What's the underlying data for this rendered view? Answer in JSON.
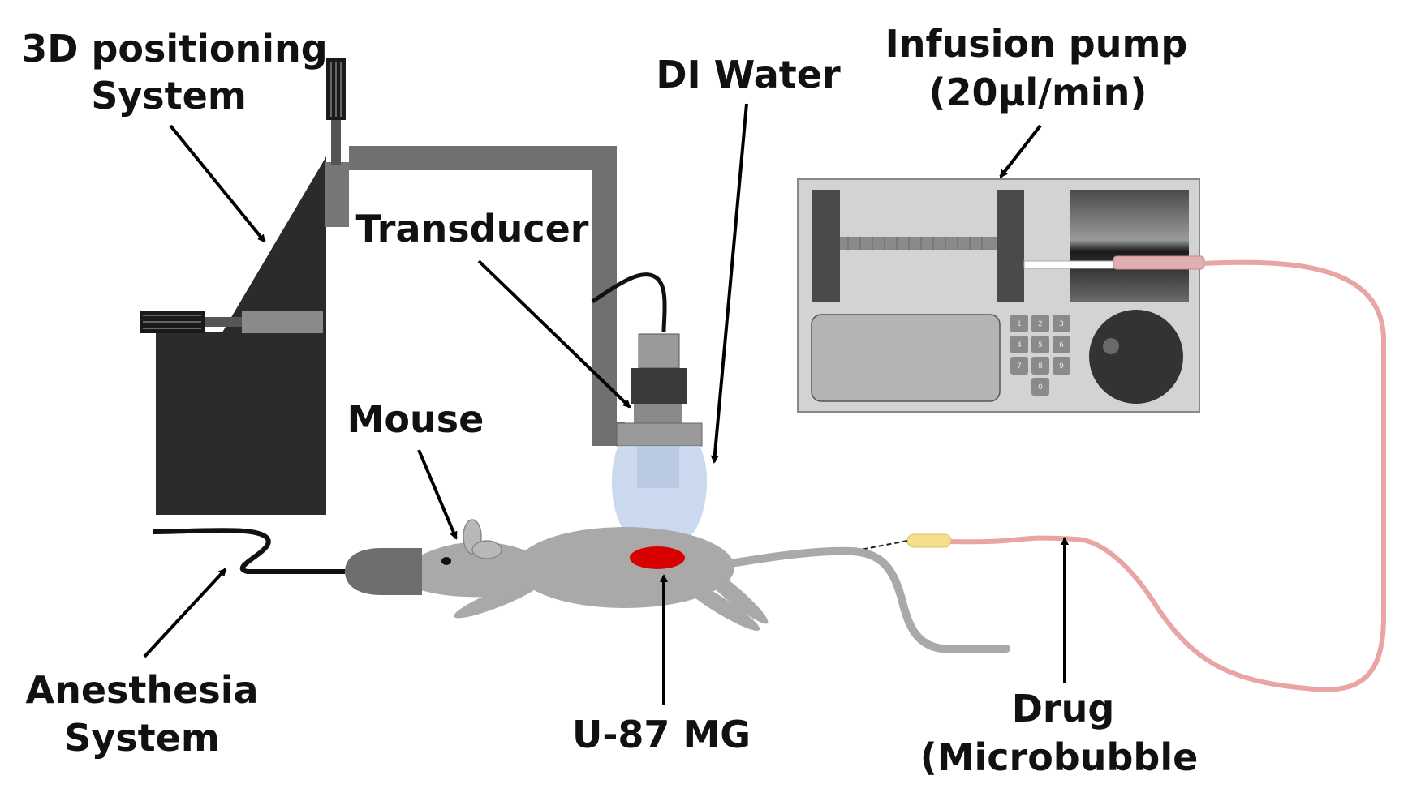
{
  "labels": {
    "positioning_line1": "3D positioning",
    "positioning_line2": "System",
    "di_water": "DI Water",
    "pump_line1": "Infusion pump",
    "pump_line2": "(20µl/min)",
    "transducer": "Transducer",
    "mouse": "Mouse",
    "anesthesia_line1": "Anesthesia",
    "anesthesia_line2": "System",
    "tumor": "U-87 MG",
    "drug_line1": "Drug",
    "drug_line2": "(Microbubble"
  },
  "keypad": [
    "1",
    "2",
    "3",
    "4",
    "5",
    "6",
    "7",
    "8",
    "9",
    "0"
  ],
  "colors": {
    "stand": "#2b2b2b",
    "arm": "#707070",
    "water": "#c7d6ee",
    "mouse": "#a9a9a9",
    "tumor": "#d80000",
    "tubing": "#e9a4a4",
    "connector": "#f6df8a",
    "pump_body": "#d3d3d3"
  }
}
